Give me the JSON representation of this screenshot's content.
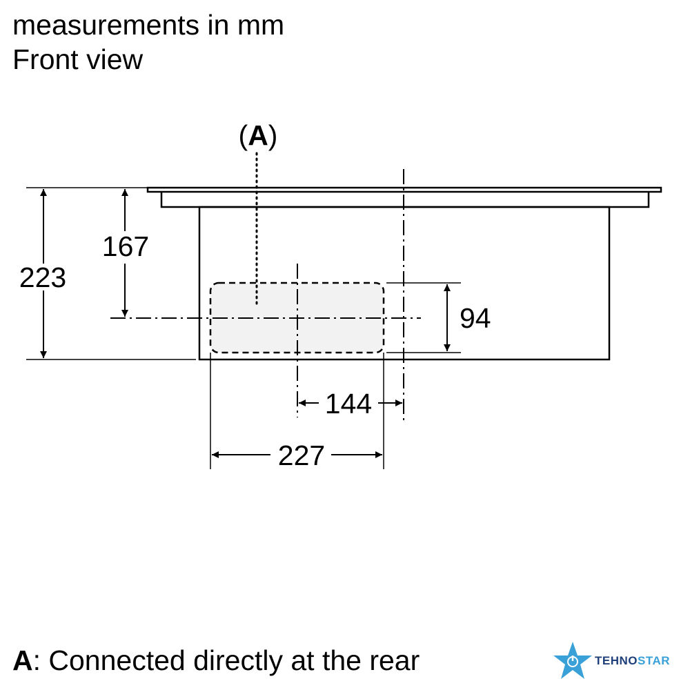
{
  "header": {
    "unit_note": "measurements in mm",
    "view_name": "Front view"
  },
  "diagram": {
    "callout_label_open": "(",
    "callout_label_letter": "A",
    "callout_label_close": ")",
    "dimensions": {
      "total_height": "223",
      "axis_height": "167",
      "connection_height": "94",
      "axis_offset": "144",
      "connection_width": "227"
    }
  },
  "legend": {
    "key": "A",
    "text": ": Connected directly at the rear"
  },
  "brand": {
    "name_part1": "TEHNO",
    "name_part2": "STAR",
    "colors": {
      "dark": "#1f3f7a",
      "light": "#3aa0d8"
    }
  }
}
